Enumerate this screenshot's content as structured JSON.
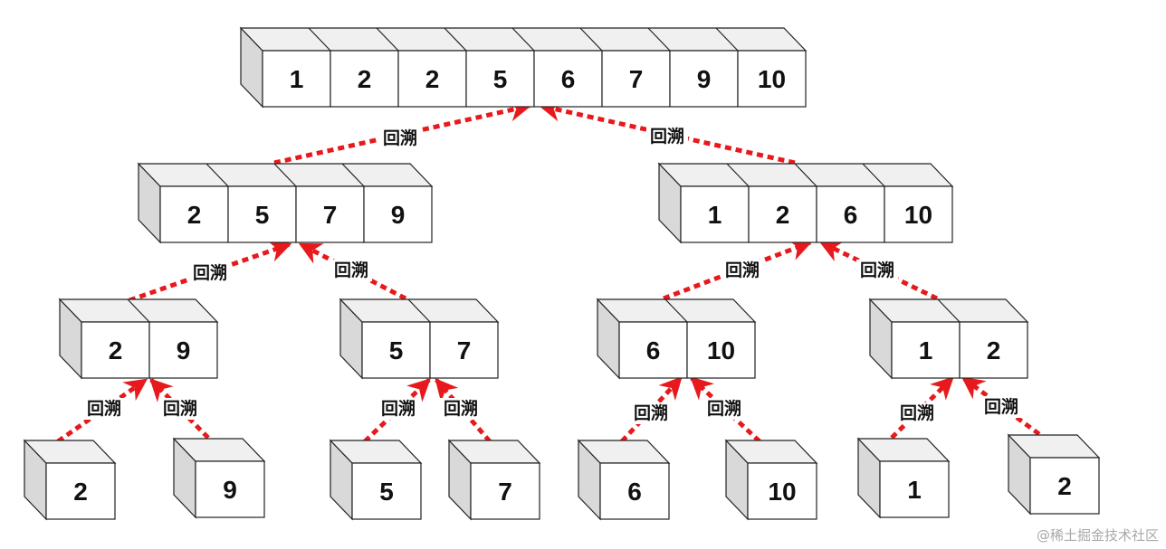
{
  "colors": {
    "box_face": "#ffffff",
    "box_top": "#f0f0f0",
    "box_side": "#d9d9d9",
    "box_stroke": "#222222",
    "arrow": "#e8191c"
  },
  "arrow_label": "回溯",
  "watermark": "@稀土掘金技术社区",
  "nodes": {
    "root": [
      "1",
      "2",
      "2",
      "5",
      "6",
      "7",
      "9",
      "10"
    ],
    "l": [
      "2",
      "5",
      "7",
      "9"
    ],
    "r": [
      "1",
      "2",
      "6",
      "10"
    ],
    "ll": [
      "2",
      "9"
    ],
    "lr": [
      "5",
      "7"
    ],
    "rl": [
      "6",
      "10"
    ],
    "rr": [
      "1",
      "2"
    ],
    "lll": [
      "2"
    ],
    "llr": [
      "9"
    ],
    "lrl": [
      "5"
    ],
    "lrr": [
      "7"
    ],
    "rll": [
      "6"
    ],
    "rlr": [
      "10"
    ],
    "rrl": [
      "1"
    ],
    "rrr": [
      "2"
    ]
  },
  "edges": [
    {
      "from": "l",
      "to": "root"
    },
    {
      "from": "r",
      "to": "root"
    },
    {
      "from": "ll",
      "to": "l"
    },
    {
      "from": "lr",
      "to": "l"
    },
    {
      "from": "rl",
      "to": "r"
    },
    {
      "from": "rr",
      "to": "r"
    },
    {
      "from": "lll",
      "to": "ll"
    },
    {
      "from": "llr",
      "to": "ll"
    },
    {
      "from": "lrl",
      "to": "lr"
    },
    {
      "from": "lrr",
      "to": "lr"
    },
    {
      "from": "rll",
      "to": "rl"
    },
    {
      "from": "rlr",
      "to": "rl"
    },
    {
      "from": "rrl",
      "to": "rr"
    },
    {
      "from": "rrr",
      "to": "rr"
    }
  ]
}
